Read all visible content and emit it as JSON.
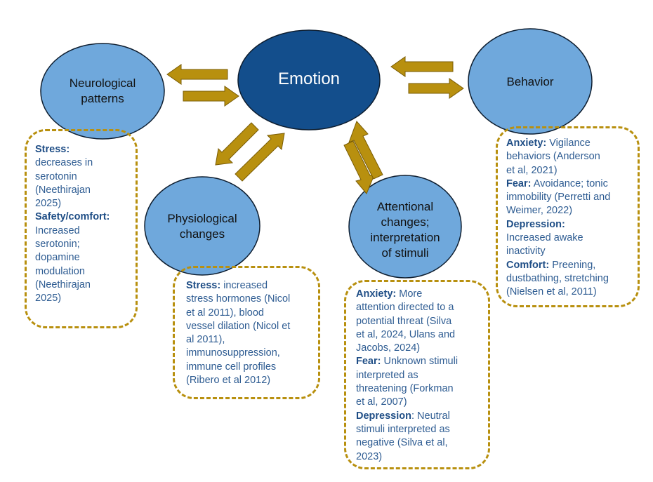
{
  "nodes": {
    "emotion": {
      "label": "Emotion"
    },
    "neurological": {
      "line1": "Neurological",
      "line2": "patterns"
    },
    "behavior": {
      "label": "Behavior"
    },
    "physiological": {
      "line1": "Physiological",
      "line2": "changes"
    },
    "attentional": {
      "line1": "Attentional",
      "line2": "changes;",
      "line3": "interpretation",
      "line4": "of stimuli"
    }
  },
  "notes": {
    "neurological": {
      "stress_head": "Stress:",
      "stress_l1": "decreases in",
      "stress_l2": "serotonin",
      "stress_l3": "(Neethirajan",
      "stress_l4": "2025)",
      "safety_head": "Safety/comfort:",
      "safety_l1": "Increased",
      "safety_l2": "serotonin;",
      "safety_l3": "dopamine",
      "safety_l4": "modulation",
      "safety_l5": "(Neethirajan",
      "safety_l6": "2025)"
    },
    "physiological": {
      "stress_head": "Stress:",
      "l1_rest": " increased",
      "l2": "stress hormones (Nicol",
      "l3": "et al 2011), blood",
      "l4": "vessel dilation (Nicol et",
      "l5": "al 2011),",
      "l6": "immunosuppression,",
      "l7": "immune cell profiles",
      "l8": "(Ribero et al 2012)"
    },
    "attentional": {
      "anxiety_head": "Anxiety:",
      "a1_rest": " More",
      "a2": "attention directed to a",
      "a3": "potential threat (Silva",
      "a4": "et al, 2024, Ulans and",
      "a5": "Jacobs, 2024)",
      "fear_head": "Fear:",
      "f1_rest": " Unknown stimuli",
      "f2": "interpreted as",
      "f3": "threatening (Forkman",
      "f4": "et al, 2007)",
      "depression_head": "Depression",
      "d1_rest": ": Neutral",
      "d2": "stimuli interpreted as",
      "d3": "negative (Silva et al,",
      "d4": "2023)"
    },
    "behavior": {
      "anxiety_head": "Anxiety:",
      "a1_rest": " Vigilance",
      "a2": "behaviors (Anderson",
      "a3": "et al, 2021)",
      "fear_head": "Fear:",
      "f1_rest": " Avoidance; tonic",
      "f2": "immobility (Perretti and",
      "f3": "Weimer, 2022)",
      "depression_head": "Depression:",
      "d1": "Increased awake",
      "d2": "inactivity",
      "comfort_head": "Comfort:",
      "c1_rest": " Preening,",
      "c2": "dustbathing, stretching",
      "c3": "(Nielsen et al, 2011)"
    }
  },
  "colors": {
    "main_node": "#134E8C",
    "outer_node": "#6FA8DC",
    "node_stroke": "#0E1E30",
    "arrow_fill": "#B8900F",
    "arrow_stroke": "#7A5C05",
    "note_border": "#B8900F",
    "note_text": "#2E5C92"
  }
}
